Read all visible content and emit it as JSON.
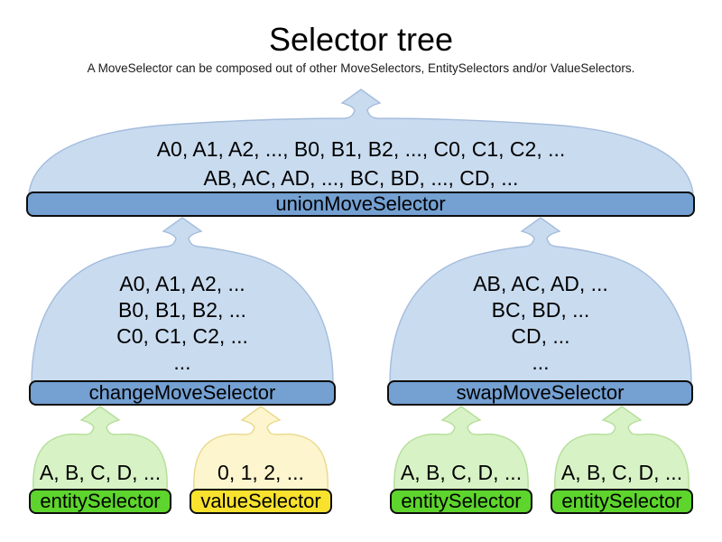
{
  "header": {
    "title": "Selector tree",
    "subtitle": "A MoveSelector can be composed out of other MoveSelectors, EntitySelectors and/or ValueSelectors."
  },
  "colors": {
    "cloud_blue": "#c9dbef",
    "bar_blue": "#74a0d2",
    "cloud_green": "#d7f2c5",
    "bar_green": "#5dd52d",
    "cloud_yellow": "#fdf5cd",
    "bar_yellow": "#f8e22e"
  },
  "tree": {
    "union": {
      "label": "unionMoveSelector",
      "line1": "A0, A1, A2, ..., B0, B1, B2, ..., C0, C1, C2, ...",
      "line2": "AB, AC, AD, ..., BC, BD, ..., CD, ..."
    },
    "change": {
      "label": "changeMoveSelector",
      "line1": "A0, A1, A2, ...",
      "line2": "B0, B1, B2, ...",
      "line3": "C0, C1, C2, ...",
      "line4": "..."
    },
    "swap": {
      "label": "swapMoveSelector",
      "line1": "AB, AC, AD, ...",
      "line2": "BC, BD, ...",
      "line3": "CD, ...",
      "line4": "..."
    },
    "entity1": {
      "label": "entitySelector",
      "text": "A, B, C, D, ..."
    },
    "value1": {
      "label": "valueSelector",
      "text": "0, 1, 2, ..."
    },
    "entity2": {
      "label": "entitySelector",
      "text": "A, B, C, D, ..."
    },
    "entity3": {
      "label": "entitySelector",
      "text": "A, B, C, D, ..."
    }
  }
}
